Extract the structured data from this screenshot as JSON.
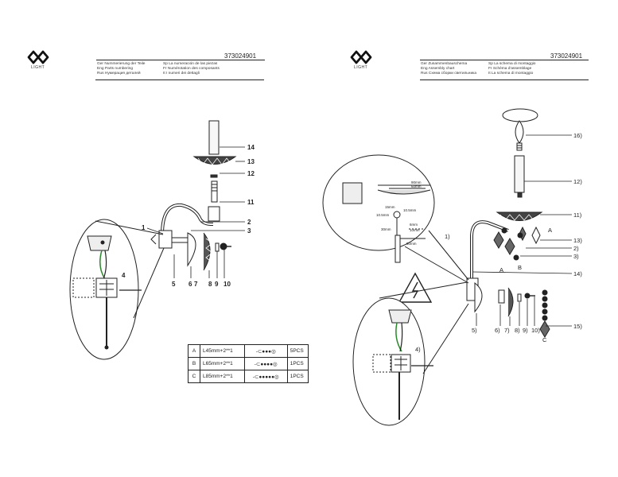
{
  "pages": [
    {
      "brand_sub": "LIGHT",
      "code": "373024901",
      "lang_col1": [
        "Ger Nummerierung der Teile",
        "Eng  Parts numbering",
        "Rus  Нумерация деталей"
      ],
      "lang_col2": [
        "Sp  La numeración de las piezas",
        "Fr  Numérotation des composants",
        "It  I numeri dei dettagli"
      ],
      "callouts": [
        "14",
        "13",
        "12",
        "11",
        "2",
        "3",
        "1",
        "4",
        "5",
        "6",
        "7",
        "8",
        "9",
        "10"
      ]
    },
    {
      "brand_sub": "LIGHT",
      "code": "373024901",
      "lang_col1": [
        "Ger Zusammenbauschema",
        "Eng  Assembly chart",
        "Rus  Схема сборки светильника"
      ],
      "lang_col2": [
        "Sp  La schema di montaggio",
        "Fr  Schéma d'assemblage",
        "It  La schema di montaggio"
      ],
      "callouts": [
        "16)",
        "12)",
        "11)",
        "13)",
        "2)",
        "3)",
        "14)",
        "A",
        "B",
        "A",
        "1)",
        "4)",
        "5)",
        "6)",
        "7)",
        "8)",
        "9)",
        "10)",
        "15)",
        "C"
      ],
      "dimensions": [
        "90mm",
        "60mm",
        "15mm",
        "10.5mm",
        "10.5mm",
        "6mm",
        "10mm",
        "50mm",
        "30mm"
      ]
    }
  ],
  "parts_table": [
    {
      "key": "A",
      "length": "L45mm+2**1",
      "glyph": "-⊂●●●◎",
      "qty": "5PCS"
    },
    {
      "key": "B",
      "length": "L65mm+2**1",
      "glyph": "-⊂●●●●◎",
      "qty": "1PCS"
    },
    {
      "key": "C",
      "length": "L85mm+2**1",
      "glyph": "-⊂●●●●●◎",
      "qty": "1PCS"
    }
  ]
}
